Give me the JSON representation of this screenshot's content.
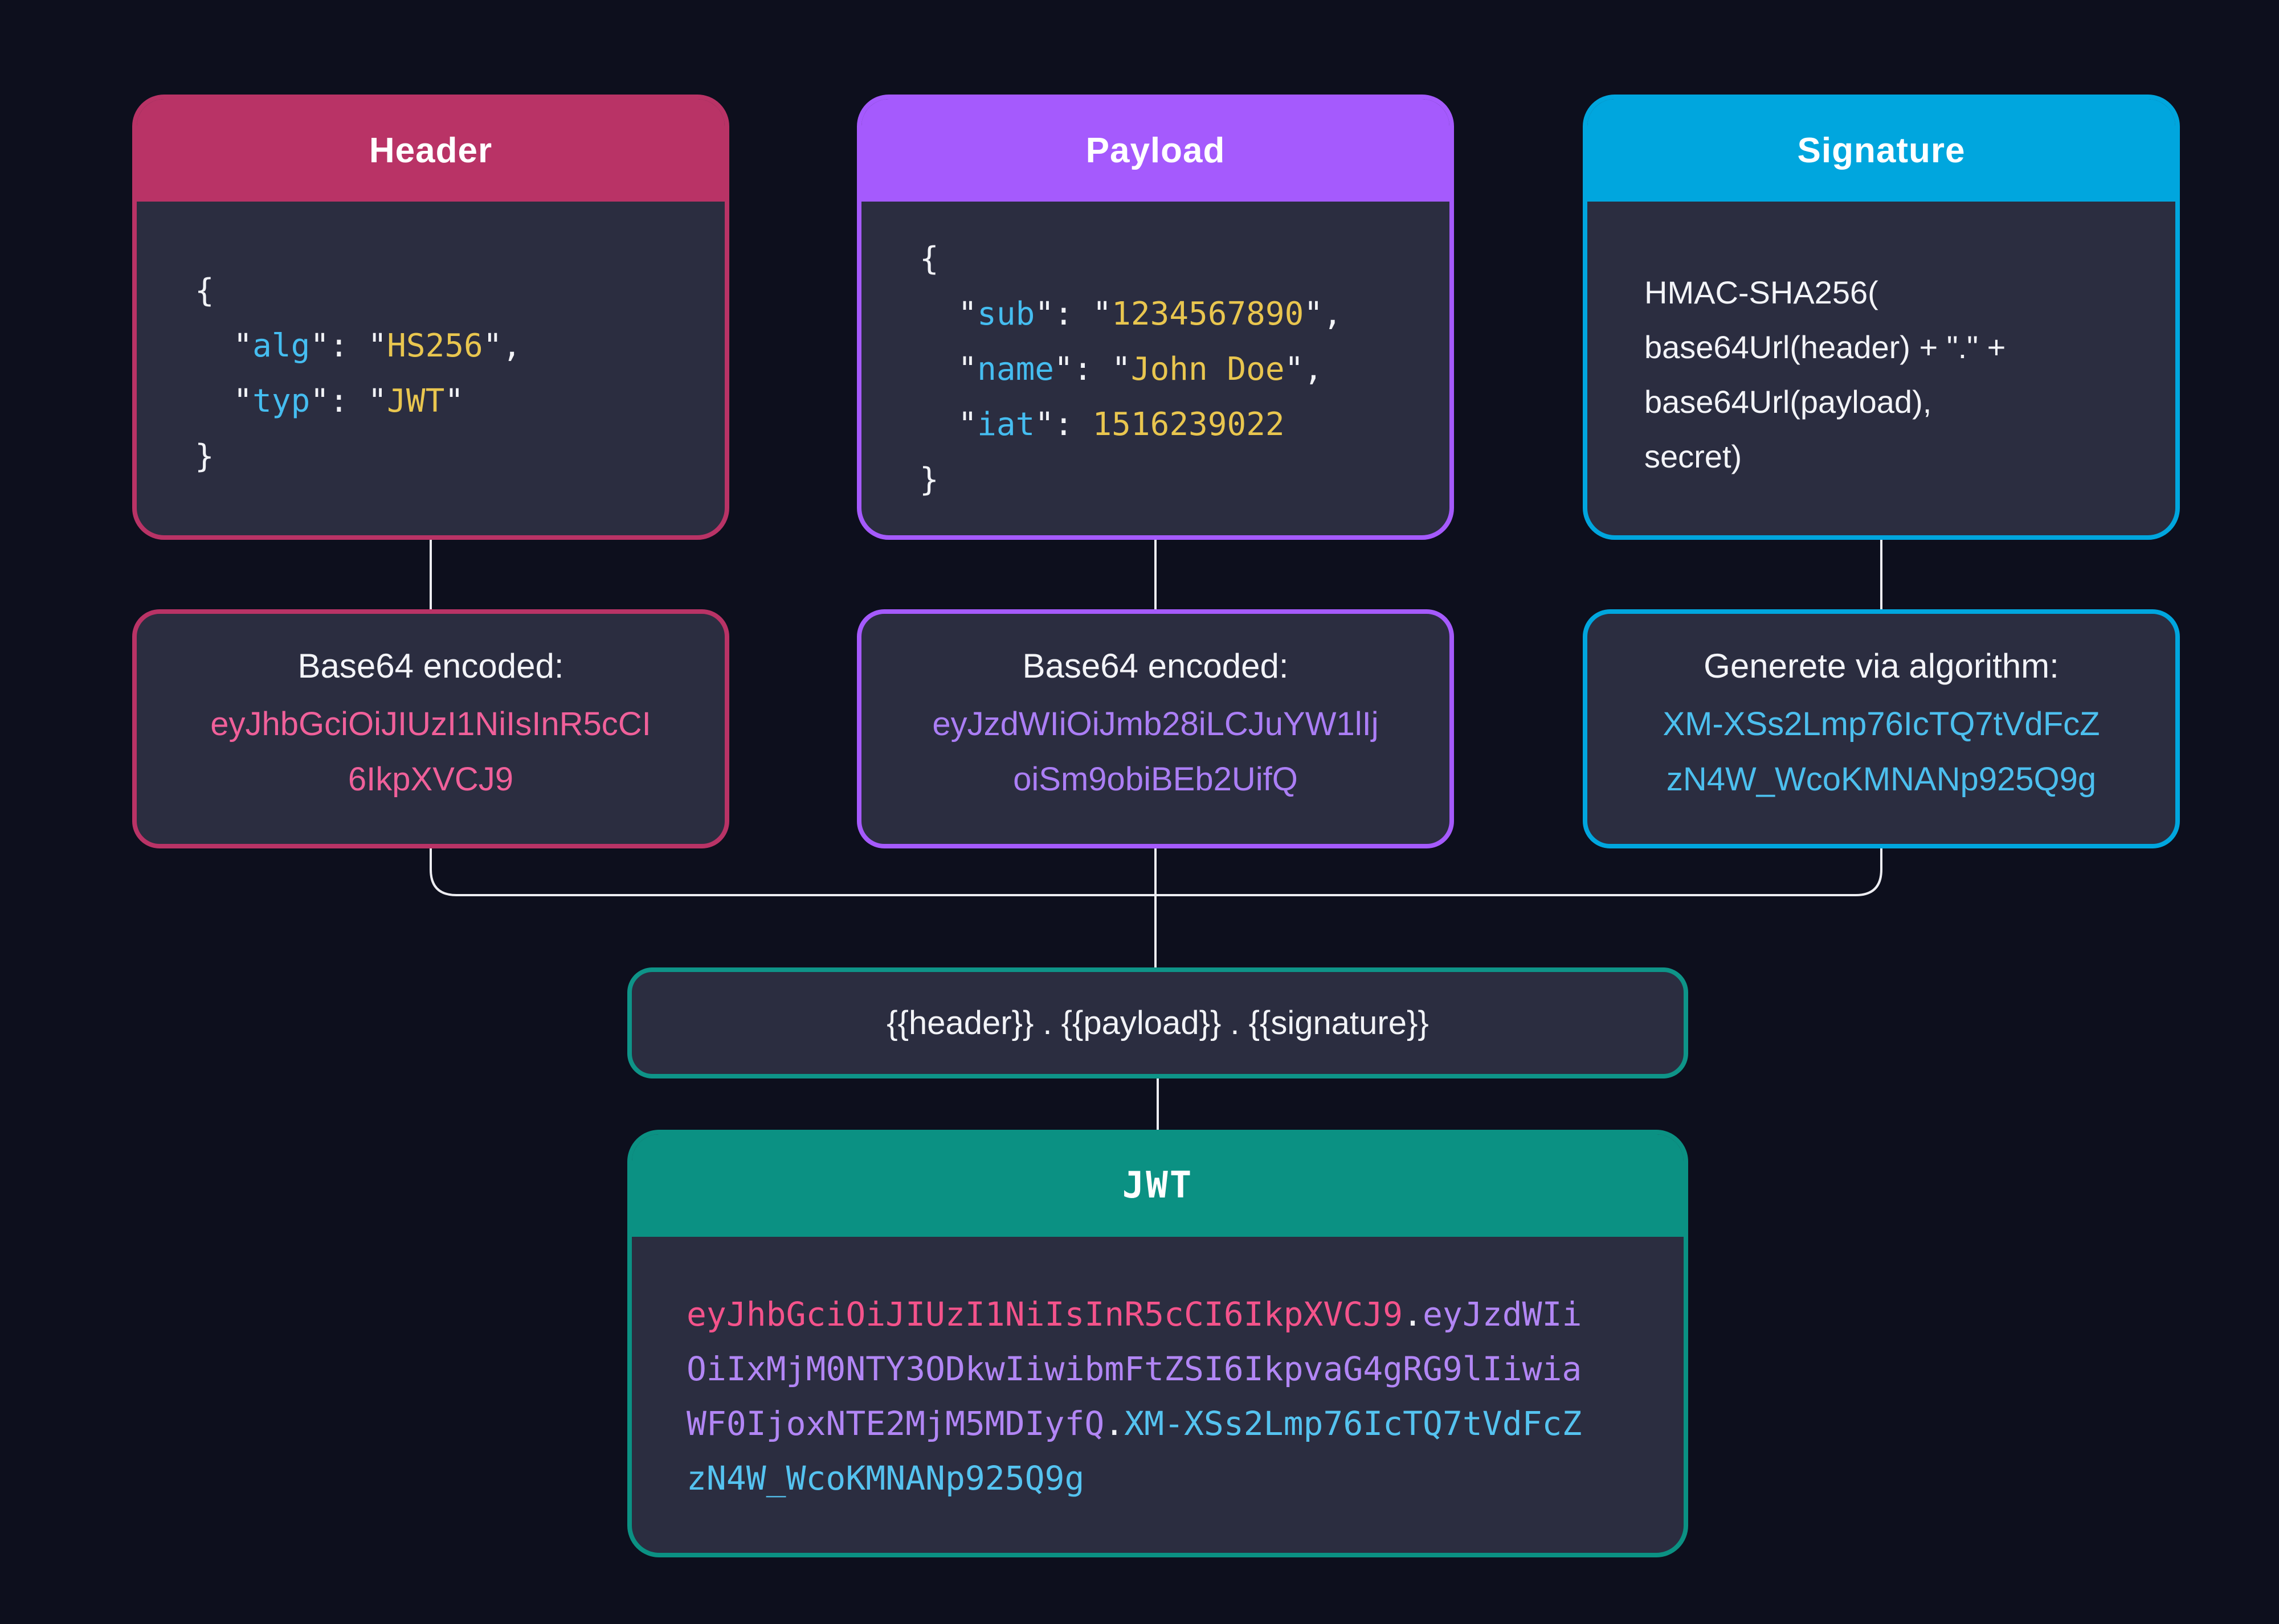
{
  "page": {
    "background": "#0d0f1d",
    "card_background": "#2b2d40",
    "connector_color": "#ededf2"
  },
  "cards": {
    "header": {
      "title": "Header",
      "accent": "#b93366",
      "code": [
        [
          [
            "pun",
            "{"
          ]
        ],
        [
          [
            "pun",
            "  \""
          ],
          [
            "key",
            "alg"
          ],
          [
            "pun",
            "\": \""
          ],
          [
            "val",
            "HS256"
          ],
          [
            "pun",
            "\","
          ]
        ],
        [
          [
            "pun",
            "  \""
          ],
          [
            "key",
            "typ"
          ],
          [
            "pun",
            "\": \""
          ],
          [
            "val",
            "JWT"
          ],
          [
            "pun",
            "\""
          ]
        ],
        [
          [
            "pun",
            "}"
          ]
        ]
      ],
      "encoded": {
        "title": "Base64 encoded:",
        "color": "#f0609a",
        "lines": [
          "eyJhbGciOiJIUzI1NiIsInR5cCI",
          "6IkpXVCJ9"
        ]
      }
    },
    "payload": {
      "title": "Payload",
      "accent": "#a55afd",
      "code": [
        [
          [
            "pun",
            "{"
          ]
        ],
        [
          [
            "pun",
            "  \""
          ],
          [
            "key",
            "sub"
          ],
          [
            "pun",
            "\": \""
          ],
          [
            "val",
            "1234567890"
          ],
          [
            "pun",
            "\","
          ]
        ],
        [
          [
            "pun",
            "  \""
          ],
          [
            "key",
            "name"
          ],
          [
            "pun",
            "\": \""
          ],
          [
            "val",
            "John Doe"
          ],
          [
            "pun",
            "\","
          ]
        ],
        [
          [
            "pun",
            "  \""
          ],
          [
            "key",
            "iat"
          ],
          [
            "pun",
            "\": "
          ],
          [
            "val",
            "1516239022"
          ]
        ],
        [
          [
            "pun",
            "}"
          ]
        ]
      ],
      "encoded": {
        "title": "Base64 encoded:",
        "color": "#ab7ef5",
        "lines": [
          "eyJzdWIiOiJmb28iLCJuYW1lIj",
          "oiSm9obiBEb2UifQ"
        ]
      }
    },
    "signature": {
      "title": "Signature",
      "accent": "#00a6de",
      "body_lines": [
        "HMAC-SHA256(",
        "base64Url(header) + \".\" +",
        "base64Url(payload),",
        "secret)"
      ],
      "encoded": {
        "title": "Generete via algorithm:",
        "color": "#4cbfee",
        "lines": [
          "XM-XSs2Lmp76IcTQ7tVdFcZ",
          "zN4W_WcoKMNANp925Q9g"
        ]
      }
    }
  },
  "combine": {
    "accent": "#0e9488",
    "text": "{{header}} . {{payload}} . {{signature}}"
  },
  "jwt": {
    "accent": "#0b9183",
    "title": "JWT",
    "token_lines": [
      [
        [
          "pink",
          "eyJhbGciOiJIUzI1NiIsInR5cCI6IkpXVCJ9"
        ],
        [
          "dot",
          "."
        ],
        [
          "purple",
          "eyJzdWIi"
        ]
      ],
      [
        [
          "purple",
          "OiIxMjM0NTY3ODkwIiwibmFtZSI6IkpvaG4gRG9lIiwia"
        ]
      ],
      [
        [
          "purple",
          "WF0IjoxNTE2MjM5MDIyfQ"
        ],
        [
          "dot",
          "."
        ],
        [
          "cyan",
          "XM-XSs2Lmp76IcTQ7tVdFcZ"
        ]
      ],
      [
        [
          "cyan",
          "zN4W_WcoKMNANp925Q9g"
        ]
      ]
    ]
  }
}
